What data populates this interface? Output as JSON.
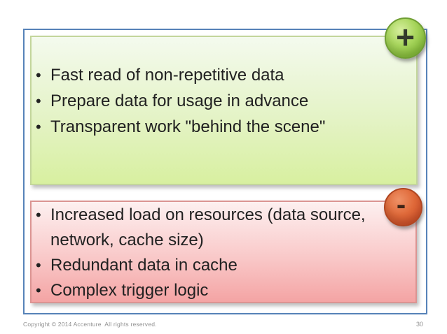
{
  "slide": {
    "pros": {
      "icon": "+",
      "bullets": [
        "Fast read of non-repetitive data",
        "Prepare data for usage in advance",
        "Transparent work \"behind the scene\""
      ]
    },
    "cons": {
      "icon": "-",
      "bullets": [
        "Increased load on resources (data source, network, cache size)",
        "Redundant data in cache",
        "Complex trigger logic"
      ]
    },
    "footer": {
      "copyright": "Copyright © 2014 Accenture  All rights reserved.",
      "page_number": "30"
    },
    "colors": {
      "frame_border": "#5682b8",
      "pros_gradient_top": "#f4faee",
      "pros_gradient_bottom": "#d8f0a0",
      "pros_border": "#c3d69b",
      "cons_gradient_top": "#fdf0f0",
      "cons_gradient_bottom": "#f4a4a4",
      "cons_border": "#db9492",
      "plus_badge": "#8ac03e",
      "minus_badge": "#d5532a",
      "body_text": "#212121",
      "footer_text": "#8f8f8f"
    }
  }
}
